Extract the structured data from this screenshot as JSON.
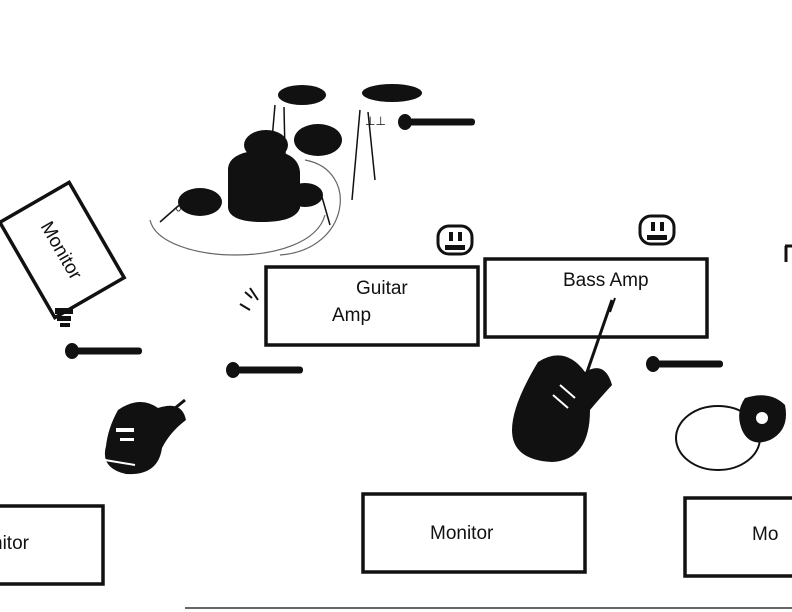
{
  "labels": {
    "monitor_left": "Monitor",
    "guitar_amp_line1": "Guitar",
    "guitar_amp_line2": "Amp",
    "bass_amp": "Bass Amp",
    "monitor_bottom_left": "nitor",
    "monitor_bottom_center": "Monitor",
    "monitor_bottom_right": "Mo"
  },
  "icons": [
    "drum-kit-icon",
    "microphone-icon",
    "electric-guitar-icon",
    "bass-guitar-icon",
    "acoustic-guitar-icon",
    "power-outlet-icon"
  ]
}
